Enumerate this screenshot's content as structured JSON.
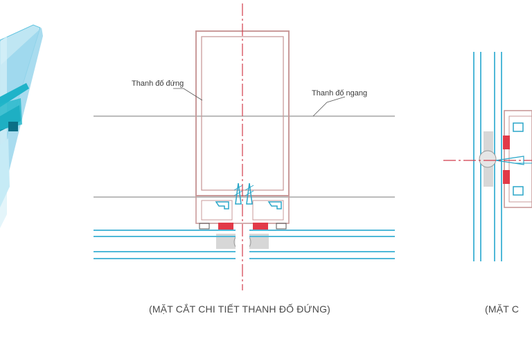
{
  "labels": {
    "vertical_mullion": "Thanh đố đứng",
    "horizontal_transom": "Thanh đố ngang"
  },
  "captions": {
    "center": "(MẶT CẮT CHI TIẾT THANH ĐỐ ĐỨNG)",
    "right_partial": "(MẶT C"
  },
  "colors": {
    "frame": "#c99a9a",
    "glass": "#4fb8d8",
    "axis": "#d23b4a",
    "gasket": "#e23a48",
    "screw": "#2aa6c8",
    "grey": "#bdbdbd"
  }
}
